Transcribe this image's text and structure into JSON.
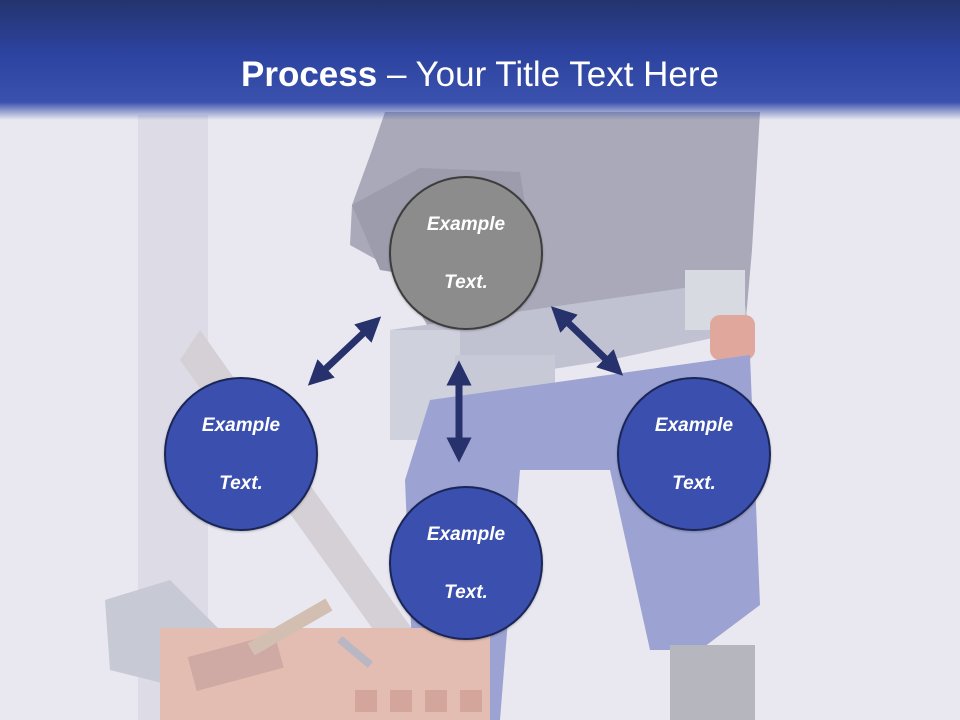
{
  "slide": {
    "title_bold": "Process",
    "title_rest": " – Your Title Text Here"
  },
  "diagram": {
    "nodes": [
      {
        "id": "top",
        "label_line1": "Example",
        "label_line2": "Text.",
        "fill": "#8c8c8c"
      },
      {
        "id": "left",
        "label_line1": "Example",
        "label_line2": "Text.",
        "fill": "#3a4fae"
      },
      {
        "id": "bottom",
        "label_line1": "Example",
        "label_line2": "Text.",
        "fill": "#3a4fae"
      },
      {
        "id": "right",
        "label_line1": "Example",
        "label_line2": "Text.",
        "fill": "#3a4fae"
      }
    ],
    "arrow_color": "#27316b"
  }
}
